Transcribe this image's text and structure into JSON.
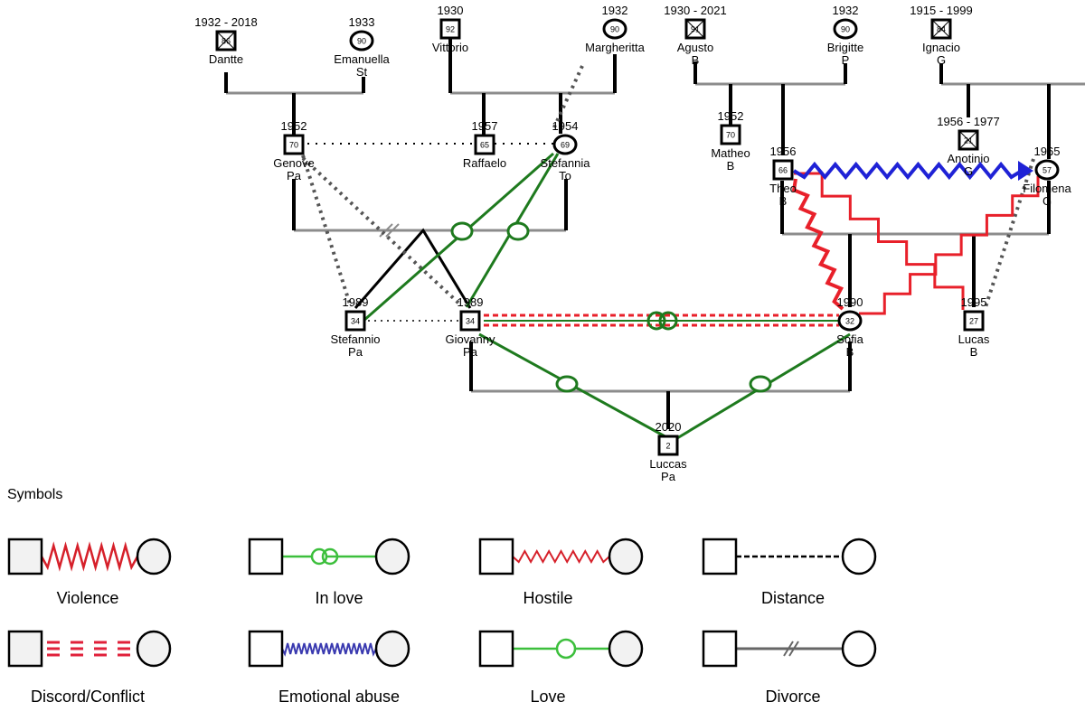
{
  "people": [
    {
      "id": "dantte",
      "name": "Dantte",
      "years": "1932 - 2018",
      "age": "86",
      "sex": "M",
      "deceased": true
    },
    {
      "id": "emanuella",
      "name": "Emanuella",
      "surname": "St",
      "years": "1933",
      "age": "90",
      "sex": "F"
    },
    {
      "id": "vittorio",
      "name": "Vittorio",
      "years": "1930",
      "age": "92",
      "sex": "M"
    },
    {
      "id": "margheritta",
      "name": "Margheritta",
      "years": "1932",
      "age": "90",
      "sex": "F"
    },
    {
      "id": "agusto",
      "name": "Agusto",
      "surname": "B",
      "years": "1930 - 2021",
      "age": "91",
      "sex": "M",
      "deceased": true
    },
    {
      "id": "brigitte",
      "name": "Brigitte",
      "surname": "P",
      "years": "1932",
      "age": "90",
      "sex": "F"
    },
    {
      "id": "ignacio",
      "name": "Ignacio",
      "surname": "G",
      "years": "1915 - 1999",
      "age": "84",
      "sex": "M",
      "deceased": true
    },
    {
      "id": "genove",
      "name": "Genove",
      "surname": "Pa",
      "years": "1952",
      "age": "70",
      "sex": "M"
    },
    {
      "id": "raffaelo",
      "name": "Raffaelo",
      "years": "1957",
      "age": "65",
      "sex": "M"
    },
    {
      "id": "stefannia",
      "name": "Stefannia",
      "surname": "To",
      "years": "1954",
      "age": "69",
      "sex": "F"
    },
    {
      "id": "matheo",
      "name": "Matheo",
      "surname": "B",
      "years": "1952",
      "age": "70",
      "sex": "M"
    },
    {
      "id": "theo",
      "name": "Theo",
      "surname": "B",
      "years": "1956",
      "age": "66",
      "sex": "M"
    },
    {
      "id": "anotinio",
      "name": "Anotinio",
      "surname": "G",
      "years": "1956 - 1977",
      "age": "21",
      "sex": "M",
      "deceased": true
    },
    {
      "id": "filomena",
      "name": "Filomena",
      "surname": "G",
      "years": "1965",
      "age": "57",
      "sex": "F"
    },
    {
      "id": "stefannio",
      "name": "Stefannio",
      "surname": "Pa",
      "years": "1989",
      "age": "34",
      "sex": "M"
    },
    {
      "id": "giovanny",
      "name": "Giovanny",
      "surname": "Pa",
      "years": "1989",
      "age": "34",
      "sex": "M"
    },
    {
      "id": "sofia",
      "name": "Sofia",
      "surname": "B",
      "years": "1990",
      "age": "32",
      "sex": "F"
    },
    {
      "id": "lucas",
      "name": "Lucas",
      "surname": "B",
      "years": "1995",
      "age": "27",
      "sex": "M"
    },
    {
      "id": "luccas",
      "name": "Luccas",
      "surname": "Pa",
      "years": "2020",
      "age": "2",
      "sex": "M"
    }
  ],
  "legend": {
    "title": "Symbols",
    "items": [
      {
        "label": "Violence",
        "type": "violence"
      },
      {
        "label": "In love",
        "type": "in-love"
      },
      {
        "label": "Hostile",
        "type": "hostile"
      },
      {
        "label": "Distance",
        "type": "distance"
      },
      {
        "label": "Discord/Conflict",
        "type": "conflict"
      },
      {
        "label": "Emotional abuse",
        "type": "emotional-abuse"
      },
      {
        "label": "Love",
        "type": "love"
      },
      {
        "label": "Divorce",
        "type": "divorce"
      }
    ]
  },
  "colors": {
    "violence": "#e8202a",
    "emotional_abuse": "#1f22d6",
    "love": "#1e7a1e",
    "love_legend": "#3cbf3c",
    "conflict": "#e8202a",
    "marriage": "#8c8c8c"
  }
}
